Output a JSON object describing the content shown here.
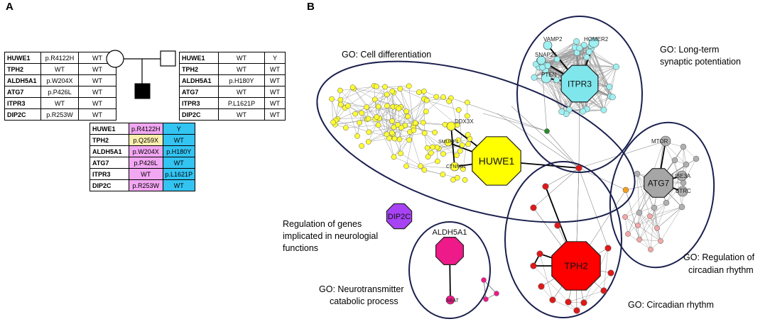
{
  "panel_a": {
    "letter": "A",
    "mother_table": {
      "rows": [
        {
          "gene": "HUWE1",
          "v1": "p.R4122H",
          "v2": "WT"
        },
        {
          "gene": "TPH2",
          "v1": "WT",
          "v2": "WT"
        },
        {
          "gene": "ALDH5A1",
          "v1": "p.W204X",
          "v2": "WT"
        },
        {
          "gene": "ATG7",
          "v1": "p.P426L",
          "v2": "WT"
        },
        {
          "gene": "ITPR3",
          "v1": "WT",
          "v2": "WT"
        },
        {
          "gene": "DIP2C",
          "v1": "p.R253W",
          "v2": "WT"
        }
      ]
    },
    "father_table": {
      "rows": [
        {
          "gene": "HUWE1",
          "v1": "WT",
          "v2": "Y"
        },
        {
          "gene": "TPH2",
          "v1": "WT",
          "v2": "WT"
        },
        {
          "gene": "ALDH5A1",
          "v1": "p.H180Y",
          "v2": "WT"
        },
        {
          "gene": "ATG7",
          "v1": "WT",
          "v2": "WT"
        },
        {
          "gene": "ITPR3",
          "v1": "P.L1621P",
          "v2": "WT"
        },
        {
          "gene": "DIP2C",
          "v1": "WT",
          "v2": "WT"
        }
      ]
    },
    "proband_table": {
      "rows": [
        {
          "gene": "HUWE1",
          "v1": "p.R4122H",
          "v2": "Y"
        },
        {
          "gene": "TPH2",
          "v1": "p.Q259X",
          "v2": "WT"
        },
        {
          "gene": "ALDH5A1",
          "v1": "p.W204X",
          "v2": "p.H180Y"
        },
        {
          "gene": "ATG7",
          "v1": "p.P426L",
          "v2": "WT"
        },
        {
          "gene": "ITPR3",
          "v1": "WT",
          "v2": "p.L1621P"
        },
        {
          "gene": "DIP2C",
          "v1": "p.R253W",
          "v2": "WT"
        }
      ]
    },
    "colors": {
      "maternal": "#f2a7f2",
      "paternal": "#33c4f2",
      "de_novo": "#fbefb0",
      "proband_fill": "#000000"
    }
  },
  "panel_b": {
    "letter": "B",
    "go_labels": {
      "cell_diff": "GO: Cell differentiation",
      "ltp_1": "GO: Long-term",
      "ltp_2": "synaptic potentiation",
      "regulation_genes_1": "Regulation of genes",
      "regulation_genes_2": "implicated in neurologial",
      "regulation_genes_3": "functions",
      "neurotransmitter_1": "GO: Neurotransmitter",
      "neurotransmitter_2": "catabolic process",
      "circadian": "GO: Circadian rhythm",
      "reg_circadian_1": "GO: Regulation of",
      "reg_circadian_2": "circadian rhythm"
    },
    "hub_genes": {
      "huwe1": "HUWE1",
      "itpr3": "ITPR3",
      "atg7": "ATG7",
      "tph2": "TPH2",
      "dip2c": "DIP2C",
      "aldh5a1": "ALDH5A1"
    },
    "neighbor_labels": {
      "ddx3x": "DDX3X",
      "smurf1": "SMURF1",
      "ctnnb1": "CTNNB1",
      "vamp2": "VAMP2",
      "snap25": "SNAP25",
      "homer2": "HOMER2",
      "pten": "PTEN",
      "mtor": "MTOR",
      "ube3a": "UBE3A",
      "btrc": "BTRC",
      "abat": "ABAT"
    },
    "colors": {
      "outline": "#1a1f4d",
      "huwe1": "#ffff00",
      "itpr3": "#7fe6ec",
      "atg7": "#a6a6a6",
      "tph2": "#ff0000",
      "dip2c": "#a742f5",
      "aldh5a1": "#ee1a8a",
      "small_yellow": "#ffff33",
      "small_cyan": "#9ff0f2",
      "small_gray": "#b0b0b0",
      "small_red": "#dd1a1a",
      "small_pink": "#f3a7a7",
      "small_green": "#2a8a2a",
      "small_orange": "#f0a020"
    }
  }
}
